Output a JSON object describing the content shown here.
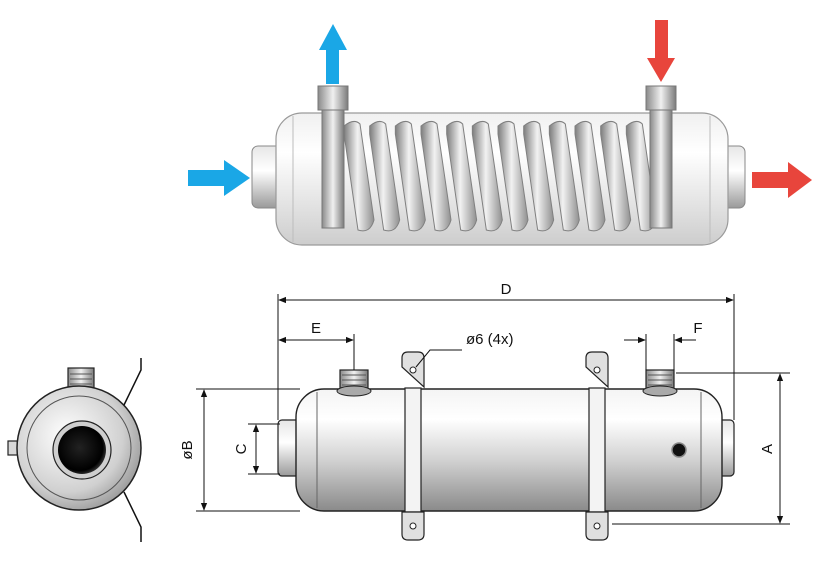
{
  "diagram": {
    "colors": {
      "cold_flow": "#1aa7e6",
      "hot_flow": "#e8453c",
      "shell_metal": "#c8c8c8",
      "line": "#111111"
    },
    "labels": {
      "dim_d": "D",
      "dim_e": "E",
      "dim_f": "F",
      "dim_a": "A",
      "dim_b": "øB",
      "dim_c": "C",
      "hole_note": "ø6 (4x)"
    }
  }
}
